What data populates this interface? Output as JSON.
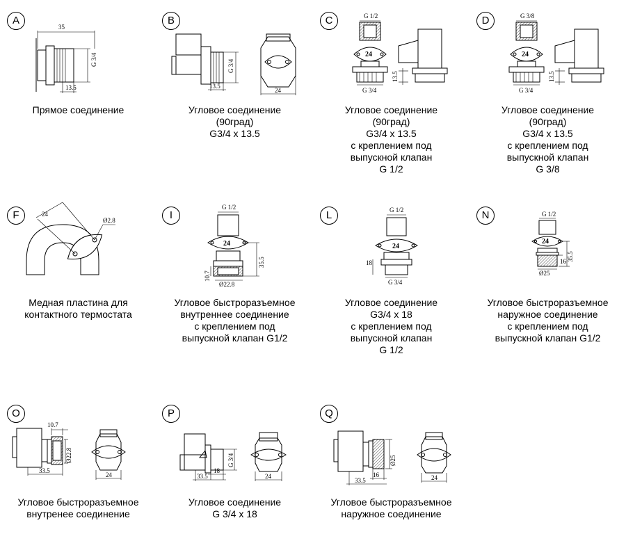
{
  "items": [
    {
      "letter": "A",
      "caption": "Прямое соединение",
      "dims": [
        "35",
        "G 3/4",
        "13.5"
      ]
    },
    {
      "letter": "B",
      "caption": "Угловое соединение\n(90град)\nG3/4 x 13.5",
      "dims": [
        "G 3/4",
        "13.5",
        "24"
      ]
    },
    {
      "letter": "C",
      "caption": "Угловое соединение\n(90град)\nG3/4 x 13.5\nс креплением под\nвыпускной клапан\nG 1/2",
      "dims": [
        "G 1/2",
        "24",
        "13.5",
        "G 3/4"
      ]
    },
    {
      "letter": "D",
      "caption": "Угловое соединение\n(90град)\nG3/4 x 13.5\nс креплением под\nвыпускной клапан\nG 3/8",
      "dims": [
        "G 3/8",
        "24",
        "13.5",
        "G 3/4"
      ]
    },
    {
      "letter": "F",
      "caption": "Медная пластина для\nконтактного термостата",
      "dims": [
        "24",
        "Ø2.8"
      ]
    },
    {
      "letter": "I",
      "caption": "Угловое быстроразъемное\nвнутреннее соединение\nс креплением под\nвыпускной клапан G1/2",
      "dims": [
        "G 1/2",
        "24",
        "35.5",
        "Ø22.8",
        "10.7"
      ]
    },
    {
      "letter": "L",
      "caption": "Угловое соединение\nG3/4 x 18\nс креплением под\nвыпускной клапан\nG 1/2",
      "dims": [
        "G 1/2",
        "24",
        "18",
        "G 3/4"
      ]
    },
    {
      "letter": "N",
      "caption": "Угловое быстроразъемное\nнаружное соединение\nс креплением под\nвыпускной клапан G1/2",
      "dims": [
        "G 1/2",
        "24",
        "35.5",
        "16",
        "Ø25"
      ]
    },
    {
      "letter": "O",
      "caption": "Угловое быстроразъемное\nвнутренее соединение",
      "dims": [
        "10.7",
        "Ø22.8",
        "33.5",
        "24"
      ]
    },
    {
      "letter": "P",
      "caption": "Угловое соединение\nG 3/4 x 18",
      "dims": [
        "G 3/4",
        "18",
        "33.5",
        "24"
      ]
    },
    {
      "letter": "Q",
      "caption": "Угловое быстроразъемное\nнаружное соединение",
      "dims": [
        "Ø25",
        "16",
        "33.5",
        "24"
      ]
    }
  ]
}
